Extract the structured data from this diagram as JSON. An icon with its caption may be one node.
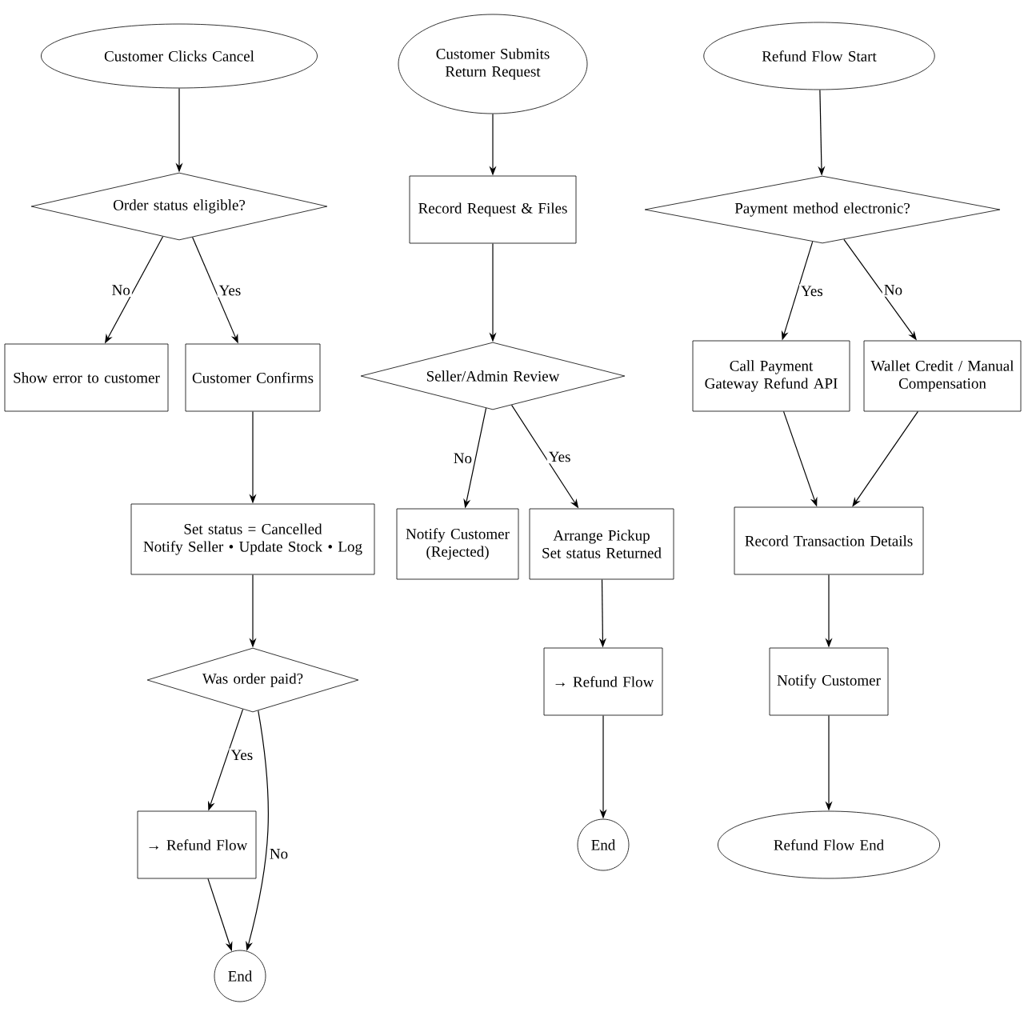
{
  "diagram": {
    "nodes": [
      {
        "text": [
          "Customer Clicks Cancel"
        ]
      },
      {
        "text": [
          "Order status eligible?"
        ]
      },
      {
        "text": [
          "Show error to customer"
        ]
      },
      {
        "text": [
          "Customer Confirms"
        ]
      },
      {
        "text": [
          "Set status = Cancelled",
          "Notify Seller • Update Stock • Log"
        ]
      },
      {
        "text": [
          "Was order paid?"
        ]
      },
      {
        "text": [
          "→ Refund Flow"
        ]
      },
      {
        "text": [
          "End"
        ]
      },
      {
        "text": [
          "Customer Submits Return Request"
        ]
      },
      {
        "text": [
          "Record Request & Files"
        ]
      },
      {
        "text": [
          "Seller/Admin Review"
        ]
      },
      {
        "text": [
          "Notify Customer (Rejected)"
        ]
      },
      {
        "text": [
          "Arrange Pickup",
          "Set status Returned"
        ]
      },
      {
        "text": [
          "→ Refund Flow"
        ]
      },
      {
        "text": [
          "End"
        ]
      },
      {
        "text": [
          "Refund Flow Start"
        ]
      },
      {
        "text": [
          "Payment method electronic?"
        ]
      },
      {
        "text": [
          "Call Payment Gateway Refund API"
        ]
      },
      {
        "text": [
          "Wallet Credit / Manual Compensation"
        ]
      },
      {
        "text": [
          "Record Transaction Details"
        ]
      },
      {
        "text": [
          "Notify Customer"
        ]
      },
      {
        "text": [
          "Refund Flow End"
        ]
      }
    ],
    "edges": [
      {
        "from": 0,
        "to": 1,
        "arrow": "to"
      },
      {
        "from": 1,
        "to": 2,
        "arrow": "to",
        "label": "No"
      },
      {
        "from": 1,
        "to": 3,
        "arrow": "to",
        "label": "Yes"
      },
      {
        "from": 3,
        "to": 4,
        "arrow": "to"
      },
      {
        "from": 4,
        "to": 5,
        "arrow": "to"
      },
      {
        "from": 5,
        "to": 6,
        "arrow": "to",
        "label": "Yes"
      },
      {
        "from": 5,
        "to": 7,
        "arrow": "to",
        "label": "No"
      },
      {
        "from": 6,
        "to": 7,
        "arrow": "to"
      },
      {
        "from": 8,
        "to": 9,
        "arrow": "to"
      },
      {
        "from": 9,
        "to": 10,
        "arrow": "to"
      },
      {
        "from": 10,
        "to": 11,
        "arrow": "to",
        "label": "No"
      },
      {
        "from": 10,
        "to": 12,
        "arrow": "to",
        "label": "Yes"
      },
      {
        "from": 12,
        "to": 13,
        "arrow": "to"
      },
      {
        "from": 13,
        "to": 14,
        "arrow": "to"
      },
      {
        "from": 15,
        "to": 16,
        "arrow": "to"
      },
      {
        "from": 16,
        "to": 17,
        "arrow": "to",
        "label": "Yes"
      },
      {
        "from": 16,
        "to": 18,
        "arrow": "to",
        "label": "No"
      },
      {
        "from": 17,
        "to": 19,
        "arrow": "to"
      },
      {
        "from": 18,
        "to": 19,
        "arrow": "to"
      },
      {
        "from": 19,
        "to": 20,
        "arrow": "to"
      },
      {
        "from": 20,
        "to": 21,
        "arrow": "to"
      }
    ]
  }
}
